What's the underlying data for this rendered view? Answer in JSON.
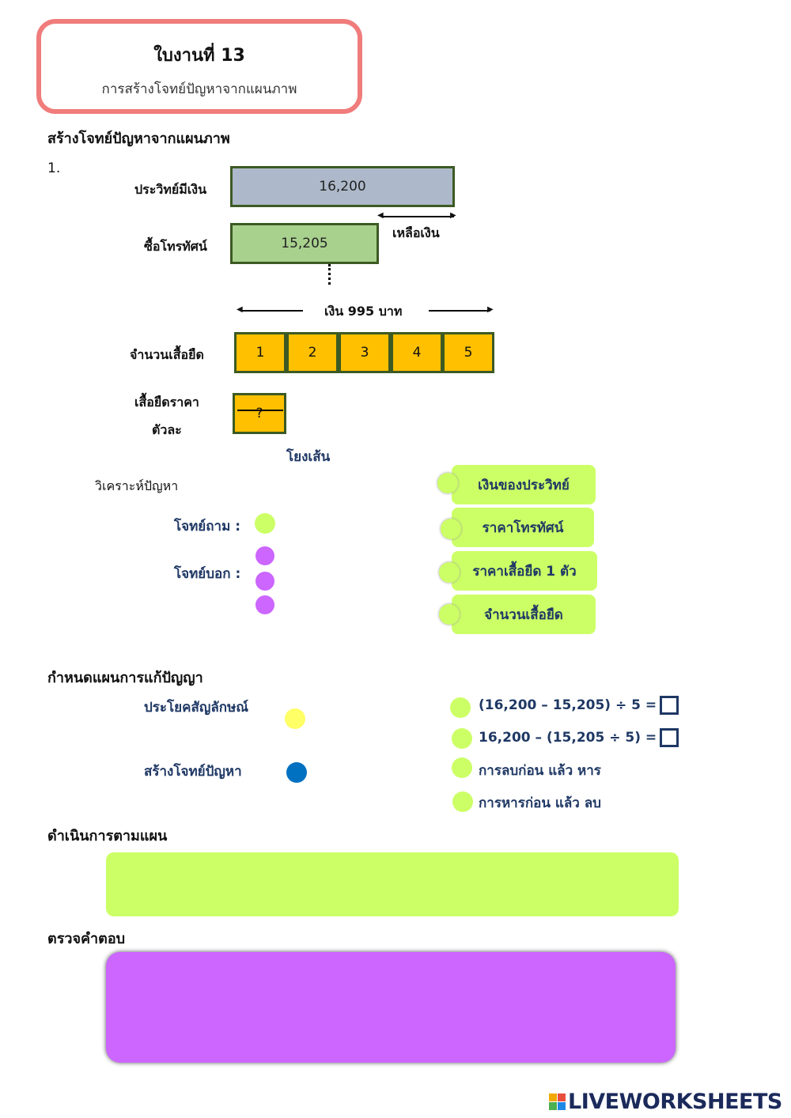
{
  "header": {
    "title": "ใบงานที่ 13",
    "subtitle": "การสร้างโจทย์ปัญหาจากแผนภาพ"
  },
  "section1": {
    "heading": "สร้างโจทย์ปัญหาจากแผนภาพ",
    "number": "1."
  },
  "diagram": {
    "label_money": "ประวิทย์มีเงิน",
    "money_value": "16,200",
    "label_tv": "ซื้อโทรทัศน์",
    "tv_value": "15,205",
    "remaining": "เหลือเงิน",
    "money_span": "เงิน 995 บาท",
    "label_shirts": "จำนวนเสื้อยืด",
    "cells": [
      "1",
      "2",
      "3",
      "4",
      "5"
    ],
    "label_price_line1": "เสื้อยืดราคา",
    "label_price_line2": "ตัวละ",
    "unknown": "?"
  },
  "match": {
    "title": "โยงเส้น",
    "analyze": "วิเคราะห์ปัญหา",
    "ask": "โจทย์ถาม :",
    "given": "โจทย์บอก :",
    "cards": [
      "เงินของประวิทย์",
      "ราคาโทรทัศน์",
      "ราคาเสื้อยืด 1 ตัว",
      "จำนวนเสื้อยืด"
    ]
  },
  "plan": {
    "heading": "กำหนดแผนการแก้ปัญญา",
    "symbolic": "ประโยคสัญลักษณ์",
    "create": "สร้างโจทย์ปัญหา",
    "options": [
      "(16,200 – 15,205) ÷ 5 =",
      "16,200 – (15,205 ÷ 5) =",
      "การลบก่อน แล้ว หาร",
      "การหารก่อน แล้ว ลบ"
    ]
  },
  "execute": {
    "heading": "ดำเนินการตามแผน"
  },
  "check": {
    "heading": "ตรวจคำตอบ"
  },
  "footer": {
    "brand": "LIVEWORKSHEETS"
  }
}
